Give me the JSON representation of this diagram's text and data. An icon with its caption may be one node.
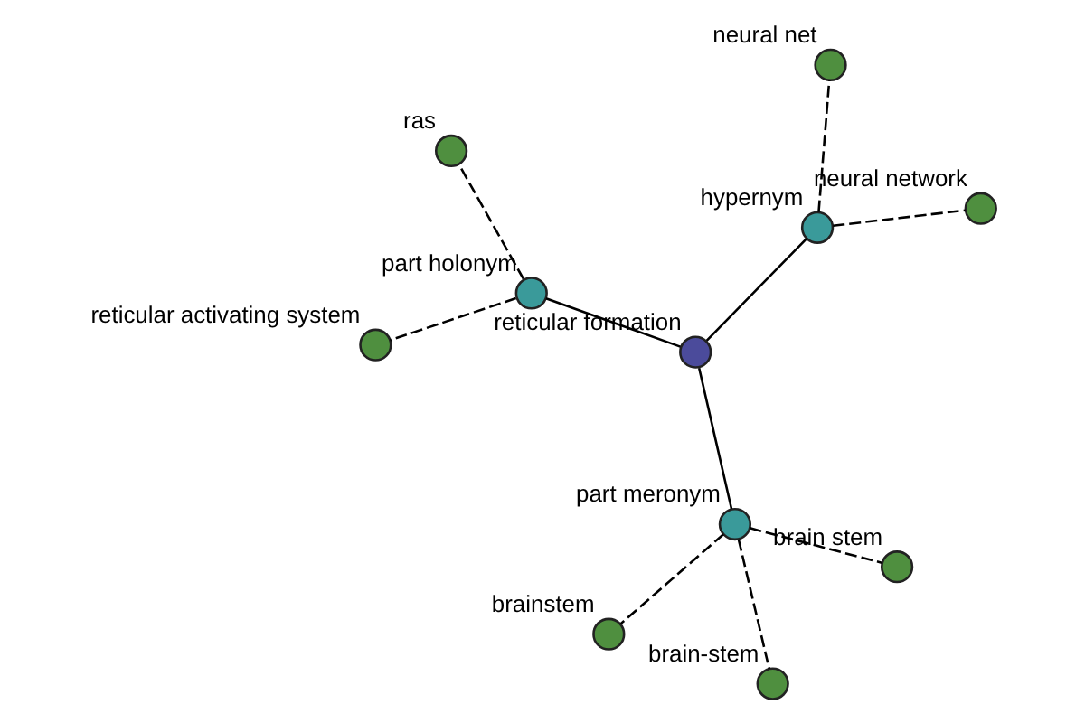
{
  "diagram": {
    "nodes": [
      {
        "text": [],
        "shape": "circle",
        "beside": [
          "reticular formation"
        ]
      },
      {
        "text": [],
        "shape": "circle",
        "beside": [
          "hypernym"
        ]
      },
      {
        "text": [],
        "shape": "circle",
        "beside": [
          "neural network"
        ]
      },
      {
        "text": [],
        "shape": "circle",
        "beside": [
          "neural net"
        ]
      },
      {
        "text": [],
        "shape": "circle",
        "beside": [
          "part holonym"
        ]
      },
      {
        "text": [],
        "shape": "circle",
        "beside": [
          "ras"
        ]
      },
      {
        "text": [],
        "shape": "circle",
        "beside": [
          "reticular activating system"
        ]
      },
      {
        "text": [],
        "shape": "circle",
        "beside": [
          "part meronym"
        ]
      },
      {
        "text": [],
        "shape": "circle",
        "beside": [
          "brainstem"
        ]
      },
      {
        "text": [],
        "shape": "circle",
        "beside": [
          "brain stem"
        ]
      },
      {
        "text": [],
        "shape": "circle",
        "beside": [
          "brain-stem"
        ]
      }
    ],
    "edges": [
      {
        "from": 0,
        "to": 1,
        "arrow": "none"
      },
      {
        "from": 1,
        "to": 2,
        "arrow": "none",
        "style": "dashed"
      },
      {
        "from": 1,
        "to": 3,
        "arrow": "none",
        "style": "dashed"
      },
      {
        "from": 0,
        "to": 4,
        "arrow": "none"
      },
      {
        "from": 4,
        "to": 5,
        "arrow": "none",
        "style": "dashed"
      },
      {
        "from": 4,
        "to": 6,
        "arrow": "none",
        "style": "dashed"
      },
      {
        "from": 0,
        "to": 7,
        "arrow": "none"
      },
      {
        "from": 7,
        "to": 8,
        "arrow": "none",
        "style": "dashed"
      },
      {
        "from": 7,
        "to": 9,
        "arrow": "none",
        "style": "dashed"
      },
      {
        "from": 7,
        "to": 10,
        "arrow": "none",
        "style": "dashed"
      }
    ]
  }
}
